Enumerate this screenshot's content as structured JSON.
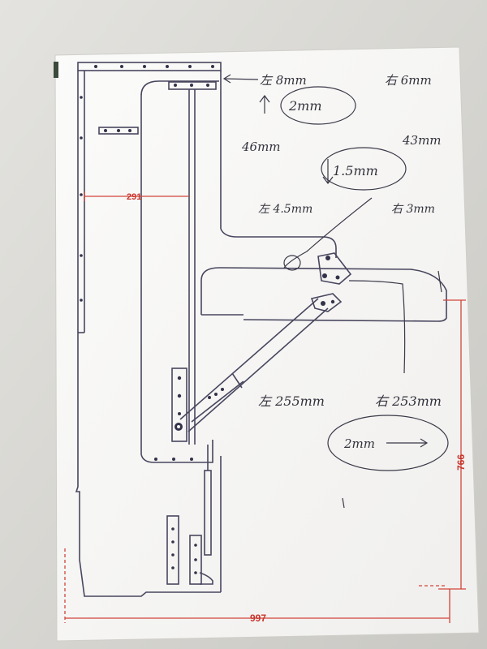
{
  "photo": {
    "subject": "printed mechanical drawing with handwritten notes",
    "colors": {
      "background": "#d6d5d0",
      "paper": "#f7f7f5",
      "line": "#48465e",
      "dimension": "#d2453a",
      "ink": "#33323c"
    }
  },
  "dimensions": {
    "width_291": "291",
    "height_766": "766",
    "length_997": "997"
  },
  "notes": {
    "n1": "左 8mm",
    "n2": "右 6mm",
    "n3": "2mm",
    "n4": "46mm",
    "n5": "43mm",
    "n6": "1.5mm",
    "n7": "左 4.5mm",
    "n8": "右 3mm",
    "n9": "左 255mm",
    "n10": "右 253mm",
    "n11": "2mm"
  }
}
